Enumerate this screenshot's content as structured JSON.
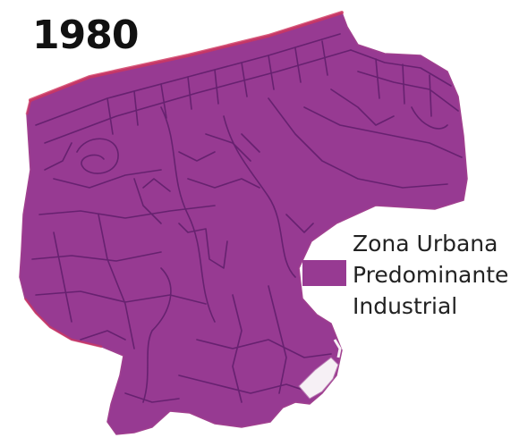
{
  "map": {
    "title": "1980",
    "colors": {
      "zone_fill": "#973a92",
      "zone_line": "#5e1e6a",
      "border_edge": "#d0365e",
      "background": "#ffffff",
      "text": "#111111"
    }
  },
  "legend": {
    "swatch_color": "#973a92",
    "lines": [
      "Zona Urbana",
      "Predominante",
      "Industrial"
    ]
  }
}
